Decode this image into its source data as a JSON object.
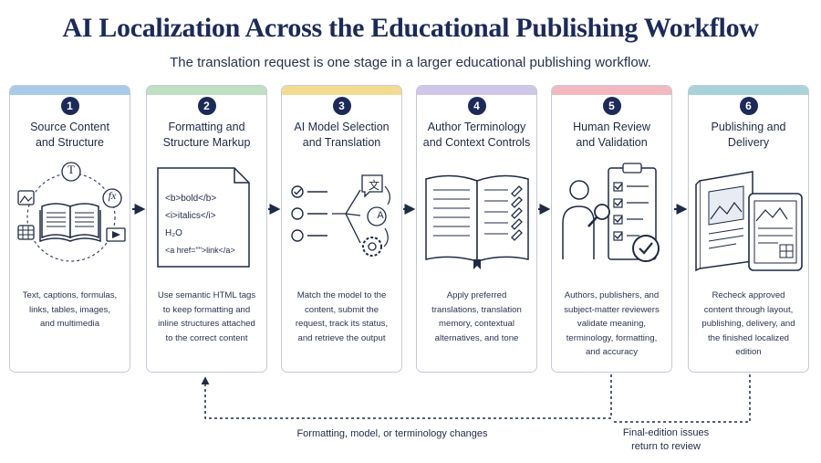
{
  "title": "AI Localization Across the Educational Publishing Workflow",
  "subtitle": "The translation request is one stage in a larger educational publishing workflow.",
  "stages": [
    {
      "number": "1",
      "title": "Source Content\nand Structure",
      "description": "Text, captions, formulas,\nlinks, tables, images,\nand multimedia",
      "accent": "#a9cbe8"
    },
    {
      "number": "2",
      "title": "Formatting and\nStructure Markup",
      "description": "Use semantic HTML tags\nto keep formatting and\ninline structures attached\nto the correct content",
      "accent": "#bfe0c3",
      "code_lines": [
        "<b>bold</b>",
        "<i>italics</i>",
        "H₂O",
        "<a href=\"\">link</a>"
      ]
    },
    {
      "number": "3",
      "title": "AI Model Selection\nand Translation",
      "description": "Match the model to the\ncontent, submit the\nrequest, track its status,\nand retrieve the output",
      "accent": "#f3dc92",
      "glyphs": [
        "文",
        "A"
      ]
    },
    {
      "number": "4",
      "title": "Author Terminology\nand Context Controls",
      "description": "Apply preferred\ntranslations, translation\nmemory, contextual\nalternatives, and tone",
      "accent": "#cfc6e8"
    },
    {
      "number": "5",
      "title": "Human Review\nand Validation",
      "description": "Authors, publishers, and\nsubject-matter reviewers\nvalidate meaning,\nterminology, formatting,\nand accuracy",
      "accent": "#f1b8c0"
    },
    {
      "number": "6",
      "title": "Publishing and\nDelivery",
      "description": "Recheck approved\ncontent through layout,\npublishing, delivery, and\nthe finished localized\nedition",
      "accent": "#a8d3da"
    }
  ],
  "feedback": {
    "loop1_label": "Formatting, model, or terminology changes",
    "loop2_label": "Final-edition issues\nreturn to review"
  },
  "stage1_icons": [
    "T",
    "fx"
  ],
  "colors": {
    "navy": "#1c2a5a",
    "line": "#1f2a44"
  }
}
